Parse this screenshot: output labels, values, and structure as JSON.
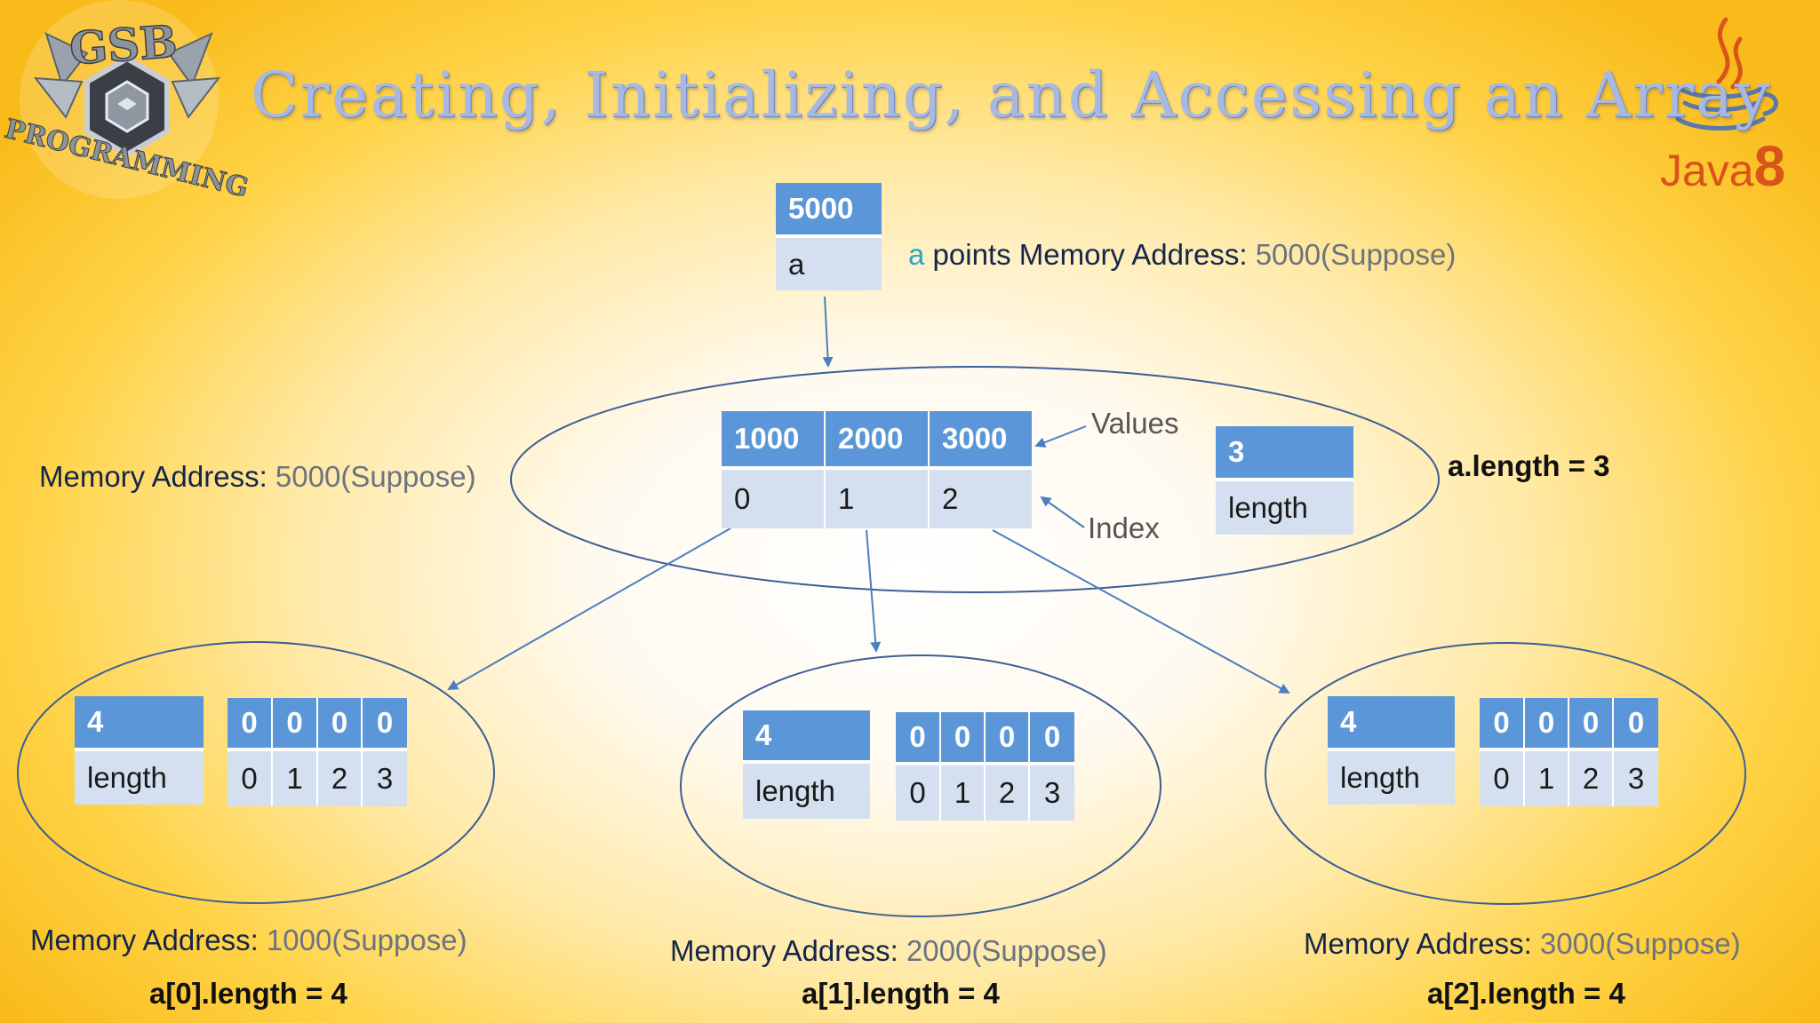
{
  "title": "Creating, Initializing, and Accessing an Array",
  "logos": {
    "gsb_icon": "gsb-programming-logo",
    "gsb_text_top": "GSB",
    "gsb_text_bottom": "PROGRAMMING",
    "java_icon": "coffee-cup-icon",
    "java_label": "Java",
    "java_version": "8"
  },
  "reference": {
    "header": "5000",
    "label": "a",
    "caption_var": "a",
    "caption_text": " points Memory Address: ",
    "caption_value": "5000(Suppose)"
  },
  "outer_array": {
    "address_label": "Memory Address: ",
    "address_value": "5000(Suppose)",
    "values": [
      "1000",
      "2000",
      "3000"
    ],
    "indices": [
      "0",
      "1",
      "2"
    ],
    "values_label": "Values",
    "index_label": "Index",
    "length_value": "3",
    "length_label": "length",
    "length_expr": "a.length = 3"
  },
  "inner_arrays": [
    {
      "length_value": "4",
      "length_label": "length",
      "values": [
        "0",
        "0",
        "0",
        "0"
      ],
      "indices": [
        "0",
        "1",
        "2",
        "3"
      ],
      "address_label": "Memory Address: ",
      "address_value": "1000(Suppose)",
      "length_expr": "a[0].length = 4"
    },
    {
      "length_value": "4",
      "length_label": "length",
      "values": [
        "0",
        "0",
        "0",
        "0"
      ],
      "indices": [
        "0",
        "1",
        "2",
        "3"
      ],
      "address_label": "Memory Address: ",
      "address_value": "2000(Suppose)",
      "length_expr": "a[1].length = 4"
    },
    {
      "length_value": "4",
      "length_label": "length",
      "values": [
        "0",
        "0",
        "0",
        "0"
      ],
      "indices": [
        "0",
        "1",
        "2",
        "3"
      ],
      "address_label": "Memory Address: ",
      "address_value": "3000(Suppose)",
      "length_expr": "a[2].length = 4"
    }
  ],
  "colors": {
    "cell_header": "#5b97d8",
    "cell_body": "#d4e0ef",
    "arrow": "#4a7fbf",
    "ellipse": "#3c5f95",
    "title": "#a6b9e2",
    "java": "#d9541a",
    "highlight": "#27a8c4"
  }
}
